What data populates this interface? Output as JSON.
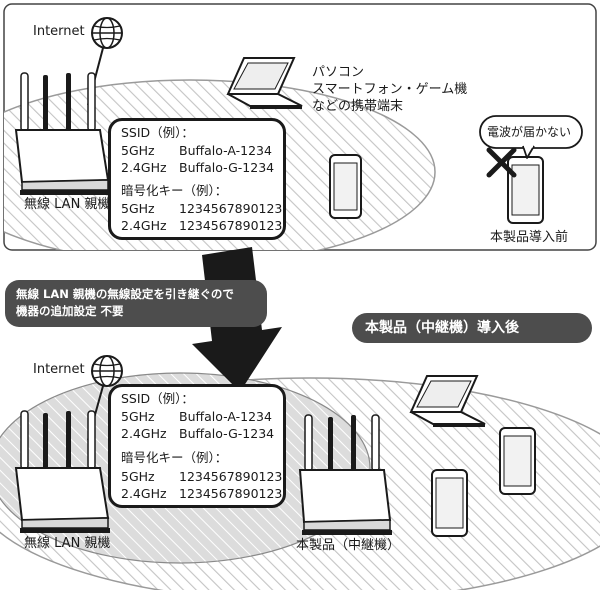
{
  "before": {
    "internet_label": "Internet",
    "router_label": "無線 LAN 親機",
    "device_label_lines": [
      "パソコン",
      "スマートフォン・ゲーム機",
      "などの携帯端末"
    ],
    "speech_bubble": "電波が届かない",
    "scene_caption": "本製品導入前",
    "config": {
      "ssid_heading": "SSID（例）：",
      "ssid_rows": [
        {
          "band": "5GHz",
          "value": "Buffalo-A-1234"
        },
        {
          "band": "2.4GHz",
          "value": "Buffalo-G-1234"
        }
      ],
      "key_heading": "暗号化キー（例）：",
      "key_rows": [
        {
          "band": "5GHz",
          "value": "1234567890123"
        },
        {
          "band": "2.4GHz",
          "value": "1234567890123"
        }
      ]
    }
  },
  "transition": {
    "note_lines": [
      "無線 LAN 親機の無線設定を引き継ぐので",
      "機器の追加設定 不要"
    ],
    "after_banner": "本製品（中継機）導入後"
  },
  "after": {
    "internet_label": "Internet",
    "router_label": "無線 LAN 親機",
    "extender_label": "本製品（中継機）",
    "config": {
      "ssid_heading": "SSID（例）：",
      "ssid_rows": [
        {
          "band": "5GHz",
          "value": "Buffalo-A-1234"
        },
        {
          "band": "2.4GHz",
          "value": "Buffalo-G-1234"
        }
      ],
      "key_heading": "暗号化キー（例）：",
      "key_rows": [
        {
          "band": "5GHz",
          "value": "1234567890123"
        },
        {
          "band": "2.4GHz",
          "value": "1234567890123"
        }
      ]
    }
  }
}
